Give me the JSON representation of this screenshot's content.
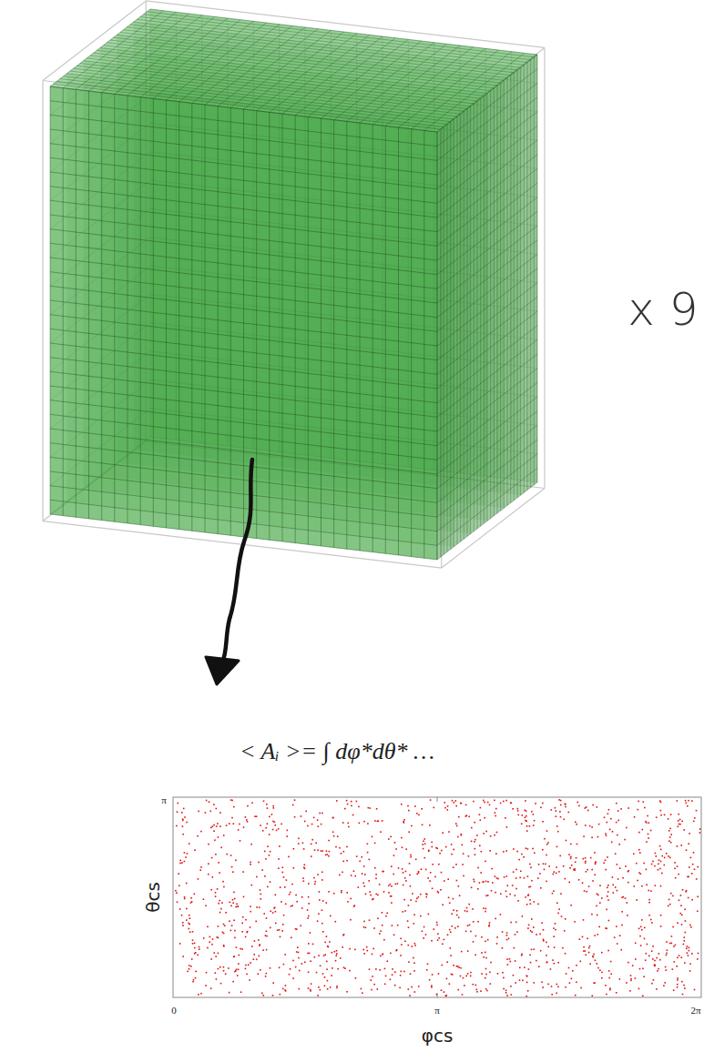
{
  "diagram": {
    "labels": [
      "x 9",
      "< Aᵢ >= ∫ dφ*dθ* …",
      "π",
      "θcs",
      "0",
      "π",
      "2π",
      "φcs"
    ]
  }
}
